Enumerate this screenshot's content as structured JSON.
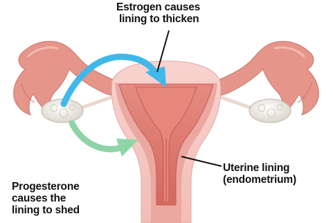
{
  "labels": {
    "estrogen": [
      "Estrogen causes",
      "lining to thicken"
    ],
    "uterine": [
      "Uterine lining",
      "(endometrium)"
    ],
    "progesterone": [
      "Progesterone",
      "causes the",
      "lining to shed"
    ]
  },
  "colors": {
    "uterus_outer": "#f6c8c3",
    "uterus_muscle": "#e9998f",
    "endometrium": "#dc7266",
    "tube": "#e6958a",
    "ovary": "#eeeae2",
    "estrogen_arrow": "#3fb8ea",
    "progesterone_arrow": "#8fd4a7",
    "text": "#111111"
  }
}
